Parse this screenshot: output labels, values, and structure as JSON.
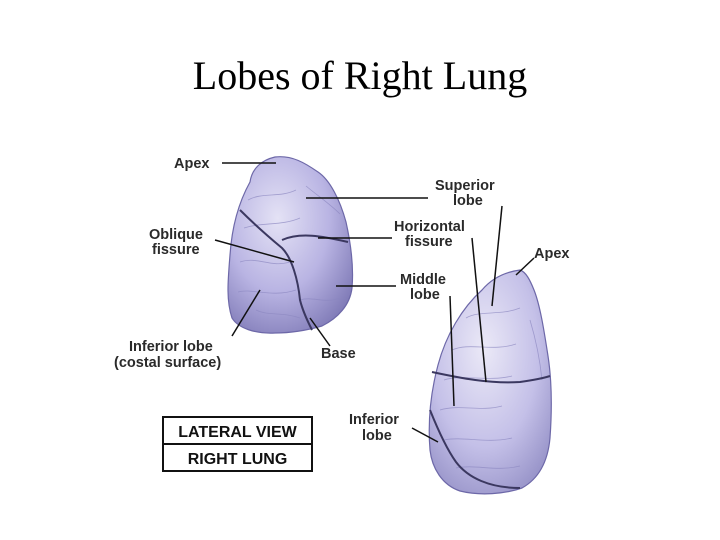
{
  "title": "Lobes of Right Lung",
  "labels": {
    "apex_left": "Apex",
    "oblique_fissure": [
      "Oblique",
      "fissure"
    ],
    "inferior_lobe_costal": [
      "Inferior lobe",
      "(costal surface)"
    ],
    "base": "Base",
    "superior_lobe": [
      "Superior",
      "lobe"
    ],
    "horizontal_fissure": [
      "Horizontal",
      "fissure"
    ],
    "middle_lobe": [
      "Middle",
      "lobe"
    ],
    "apex_right": "Apex",
    "inferior_lobe_right": [
      "Inferior",
      "lobe"
    ]
  },
  "view_box": {
    "line1": "LATERAL VIEW",
    "line2": "RIGHT LUNG"
  },
  "colors": {
    "lung_fill": "#b9b4e3",
    "lung_shadow": "#8681bd",
    "lung_highlight": "#e4e2f5"
  }
}
